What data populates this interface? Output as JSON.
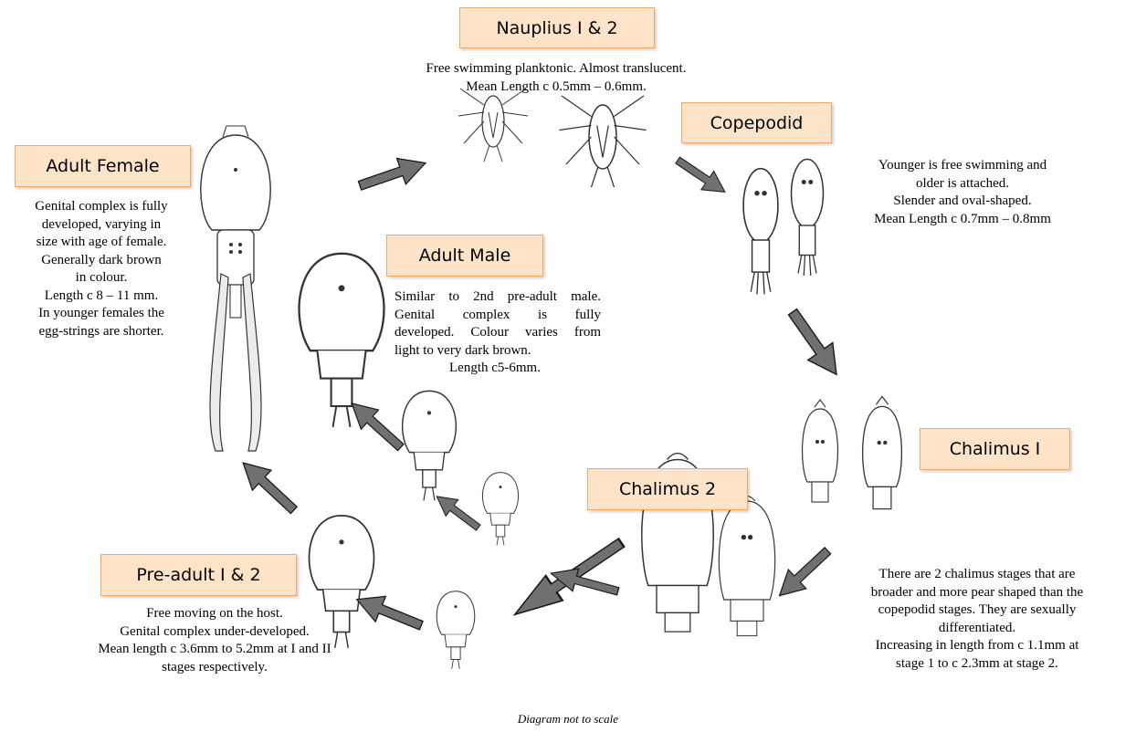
{
  "stages": {
    "nauplius": {
      "label": "Nauplius I & 2",
      "lines": [
        "Free swimming planktonic. Almost translucent.",
        "Mean Length c 0.5mm – 0.6mm."
      ]
    },
    "copepodid": {
      "label": "Copepodid",
      "lines": [
        "Younger is free swimming and",
        "older is attached.",
        "Slender and oval-shaped.",
        "Mean Length c 0.7mm – 0.8mm"
      ]
    },
    "chalimus1": {
      "label": "Chalimus I"
    },
    "chalimus2": {
      "label": "Chalimus 2"
    },
    "chalimus": {
      "lines": [
        "There are 2 chalimus stages that are",
        "broader and more pear shaped than the",
        "copepodid stages. They are sexually",
        "differentiated.",
        "Increasing in length from c 1.1mm at",
        "stage 1 to  c 2.3mm at stage 2."
      ]
    },
    "preadult": {
      "label": "Pre-adult I & 2",
      "lines": [
        "Free moving on the host.",
        "Genital complex under-developed.",
        "Mean length c 3.6mm to 5.2mm at I and II",
        "stages respectively."
      ]
    },
    "adult_female": {
      "label": "Adult Female",
      "lines": [
        "Genital complex is fully",
        "developed, varying in",
        "size with age of female.",
        "Generally dark brown",
        "in colour.",
        "Length c 8 – 11 mm.",
        "In younger females the",
        "egg-strings are shorter."
      ]
    },
    "adult_male": {
      "label": "Adult Male",
      "lines": [
        "Similar to 2nd pre-adult male.",
        "Genital complex is fully",
        "developed. Colour varies from",
        "light to very dark brown.",
        "Length c5-6mm."
      ]
    }
  },
  "footnote": "Diagram not to scale",
  "colors": {
    "label_fill": "#fde3c8",
    "label_border": "#f2a765",
    "arrow_fill": "#707070",
    "arrow_stroke": "#1a1a1a"
  }
}
